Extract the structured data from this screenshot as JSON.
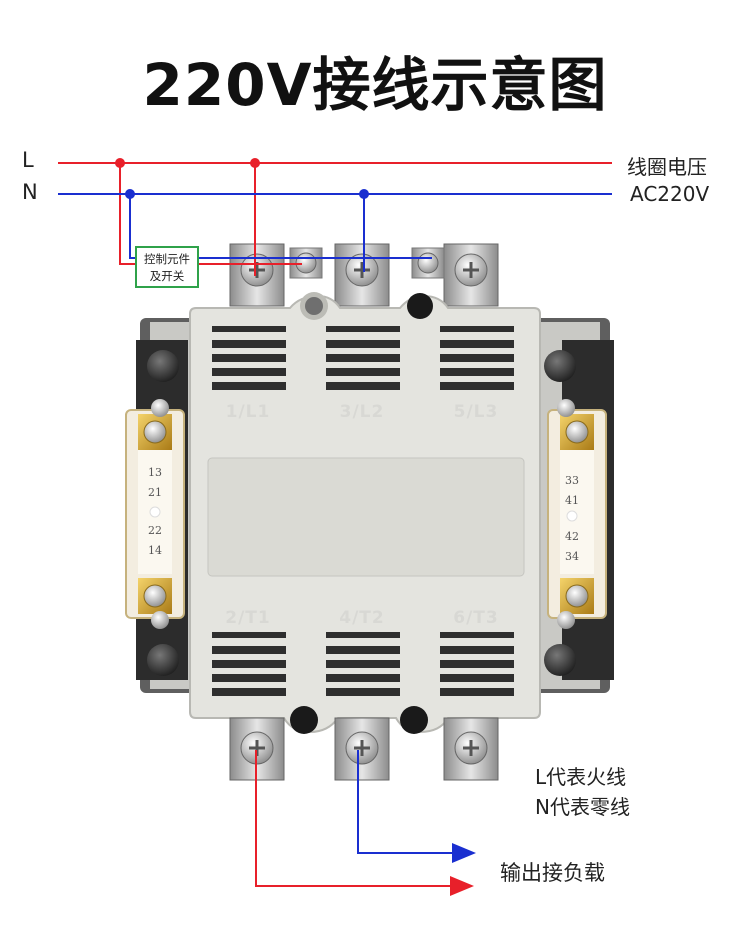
{
  "title": "220V接线示意图",
  "lines": {
    "L": "L",
    "N": "N",
    "coil_label": "线圈电压",
    "coil_voltage": "AC220V"
  },
  "control_box": {
    "line1": "控制元件",
    "line2": "及开关"
  },
  "poles_top": [
    "1/L1",
    "3/L2",
    "5/L3"
  ],
  "poles_bottom": [
    "2/T1",
    "4/T2",
    "6/T3"
  ],
  "aux_left": [
    "13",
    "21",
    "22",
    "14"
  ],
  "aux_right": [
    "33",
    "41",
    "42",
    "34"
  ],
  "legend": {
    "line1": "L代表火线",
    "line2": "N代表零线"
  },
  "output_label": "输出接负载",
  "colors": {
    "live": "#e8202a",
    "neutral": "#1a2fd0",
    "control_box_border": "#2fa24a",
    "body": "#e4e4df",
    "frame": "#6e6e6e"
  }
}
